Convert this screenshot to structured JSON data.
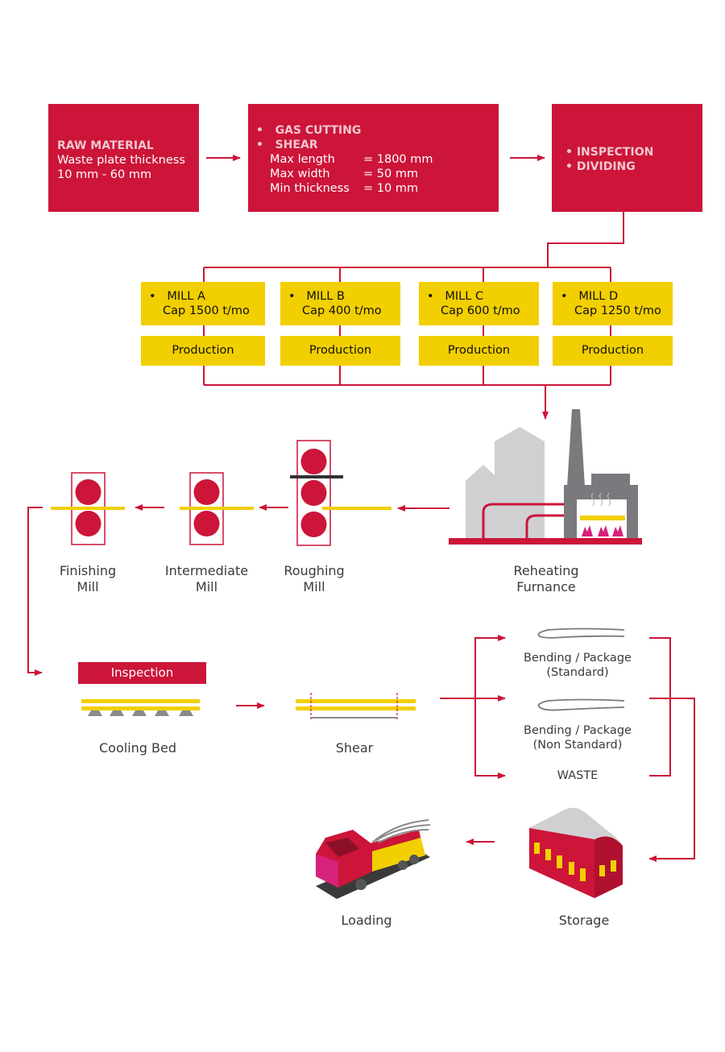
{
  "raw_material": {
    "title": "RAW MATERIAL",
    "line1": "Waste plate thickness",
    "line2": "10 mm - 60 mm"
  },
  "cutting": {
    "items": [
      "GAS CUTTING",
      "SHEAR"
    ],
    "specs": [
      {
        "label": "Max length",
        "value": "= 1800 mm"
      },
      {
        "label": "Max width",
        "value": "= 50 mm"
      },
      {
        "label": "Min thickness",
        "value": "= 10 mm"
      }
    ]
  },
  "inspection_box": {
    "items": [
      "INSPECTION",
      "DIVIDING"
    ]
  },
  "mills": [
    {
      "name": "MILL A",
      "cap": "Cap 1500 t/mo",
      "production": "Production"
    },
    {
      "name": "MILL B",
      "cap": "Cap 400 t/mo",
      "production": "Production"
    },
    {
      "name": "MILL C",
      "cap": "Cap 600 t/mo",
      "production": "Production"
    },
    {
      "name": "MILL D",
      "cap": "Cap 1250 t/mo",
      "production": "Production"
    }
  ],
  "stages": {
    "finishing": [
      "Finishing",
      "Mill"
    ],
    "intermediate": [
      "Intermediate",
      "Mill"
    ],
    "roughing": [
      "Roughing",
      "Mill"
    ],
    "reheating": [
      "Reheating",
      "Furnance"
    ],
    "cooling_bed": "Cooling Bed",
    "cooling_inspection": "Inspection",
    "shear": "Shear",
    "bending_standard": [
      "Bending / Package",
      "(Standard)"
    ],
    "bending_nonstandard": [
      "Bending / Package",
      "(Non Standard)"
    ],
    "waste": "WASTE",
    "loading": "Loading",
    "storage": "Storage"
  },
  "colors": {
    "red": "#cc1539",
    "yellow": "#f2cf00",
    "gray": "#d0d0d2",
    "dark_gray": "#7a7a7e"
  }
}
